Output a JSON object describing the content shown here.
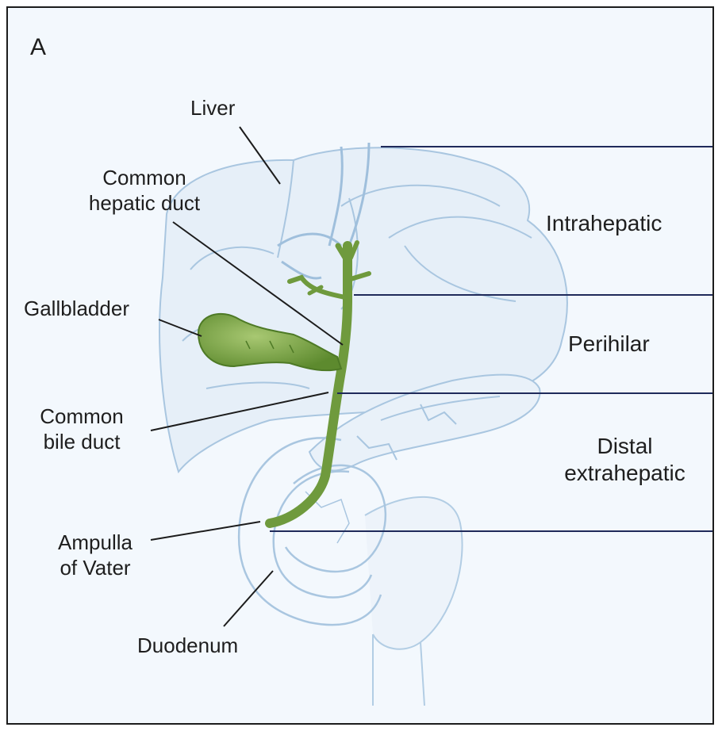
{
  "panel_letter": "A",
  "anatomy_labels": {
    "liver": "Liver",
    "common_hepatic_duct": [
      "Common",
      "hepatic duct"
    ],
    "gallbladder": "Gallbladder",
    "common_bile_duct": [
      "Common",
      "bile duct"
    ],
    "ampulla_of_vater": [
      "Ampulla",
      "of Vater"
    ],
    "duodenum": "Duodenum"
  },
  "region_labels": {
    "intrahepatic": "Intrahepatic",
    "perihilar": "Perihilar",
    "distal_extrahepatic": [
      "Distal",
      "extrahepatic"
    ]
  },
  "colors": {
    "background": "#f3f8fd",
    "organ_outline": "#a9c6e0",
    "bile_duct_green": "#6f9a3d",
    "divider_line": "#1f2a5a"
  }
}
